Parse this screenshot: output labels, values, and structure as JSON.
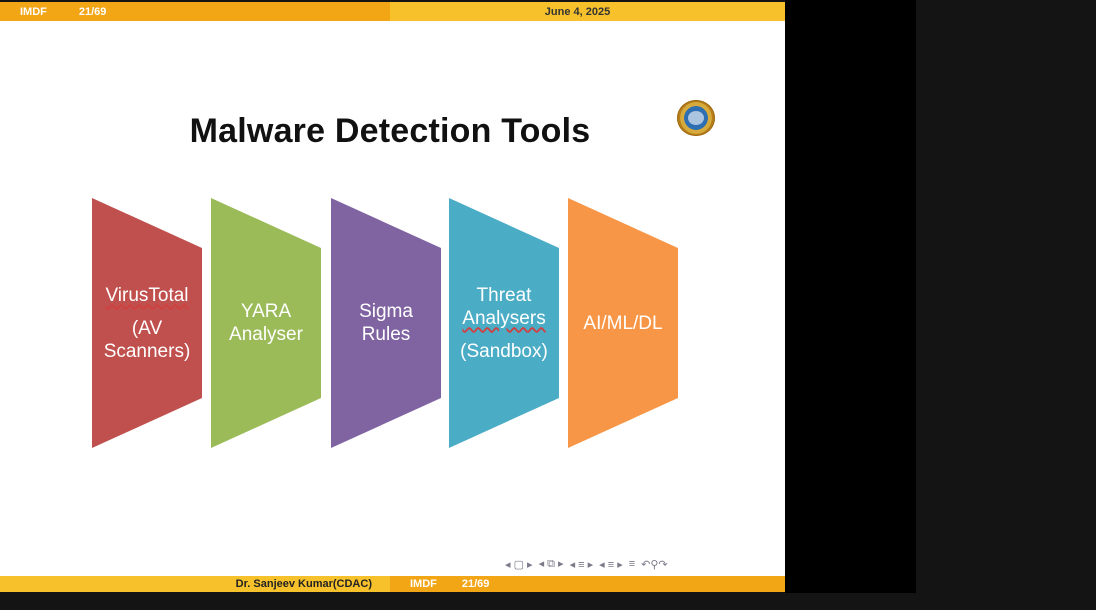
{
  "header": {
    "left_label": "IMDF",
    "page_counter": "21/69",
    "date": "June 4, 2025"
  },
  "slide": {
    "title": "Malware Detection Tools",
    "tools": [
      {
        "lines": [
          "VirusTotal",
          "(AV",
          "Scanners)"
        ],
        "color": "#c0504d"
      },
      {
        "lines": [
          "YARA",
          "Analyser"
        ],
        "color": "#9bbb59"
      },
      {
        "lines": [
          "Sigma",
          "Rules"
        ],
        "color": "#8064a2"
      },
      {
        "lines": [
          "Threat",
          "Analysers",
          "(Sandbox)"
        ],
        "color": "#4bacc6"
      },
      {
        "lines": [
          "AI/ML/DL"
        ],
        "color": "#f79646"
      }
    ]
  },
  "footer": {
    "author": "Dr. Sanjeev Kumar(CDAC)",
    "short_title": "IMDF",
    "page_counter": "21/69"
  },
  "nav_icons": [
    "first-icon",
    "frame-prev-icon",
    "frame-next-icon",
    "section-prev-icon",
    "section-next-icon",
    "subsection-prev-icon",
    "subsection-next-icon",
    "align-icon",
    "undo-icon",
    "search-icon",
    "redo-icon"
  ]
}
